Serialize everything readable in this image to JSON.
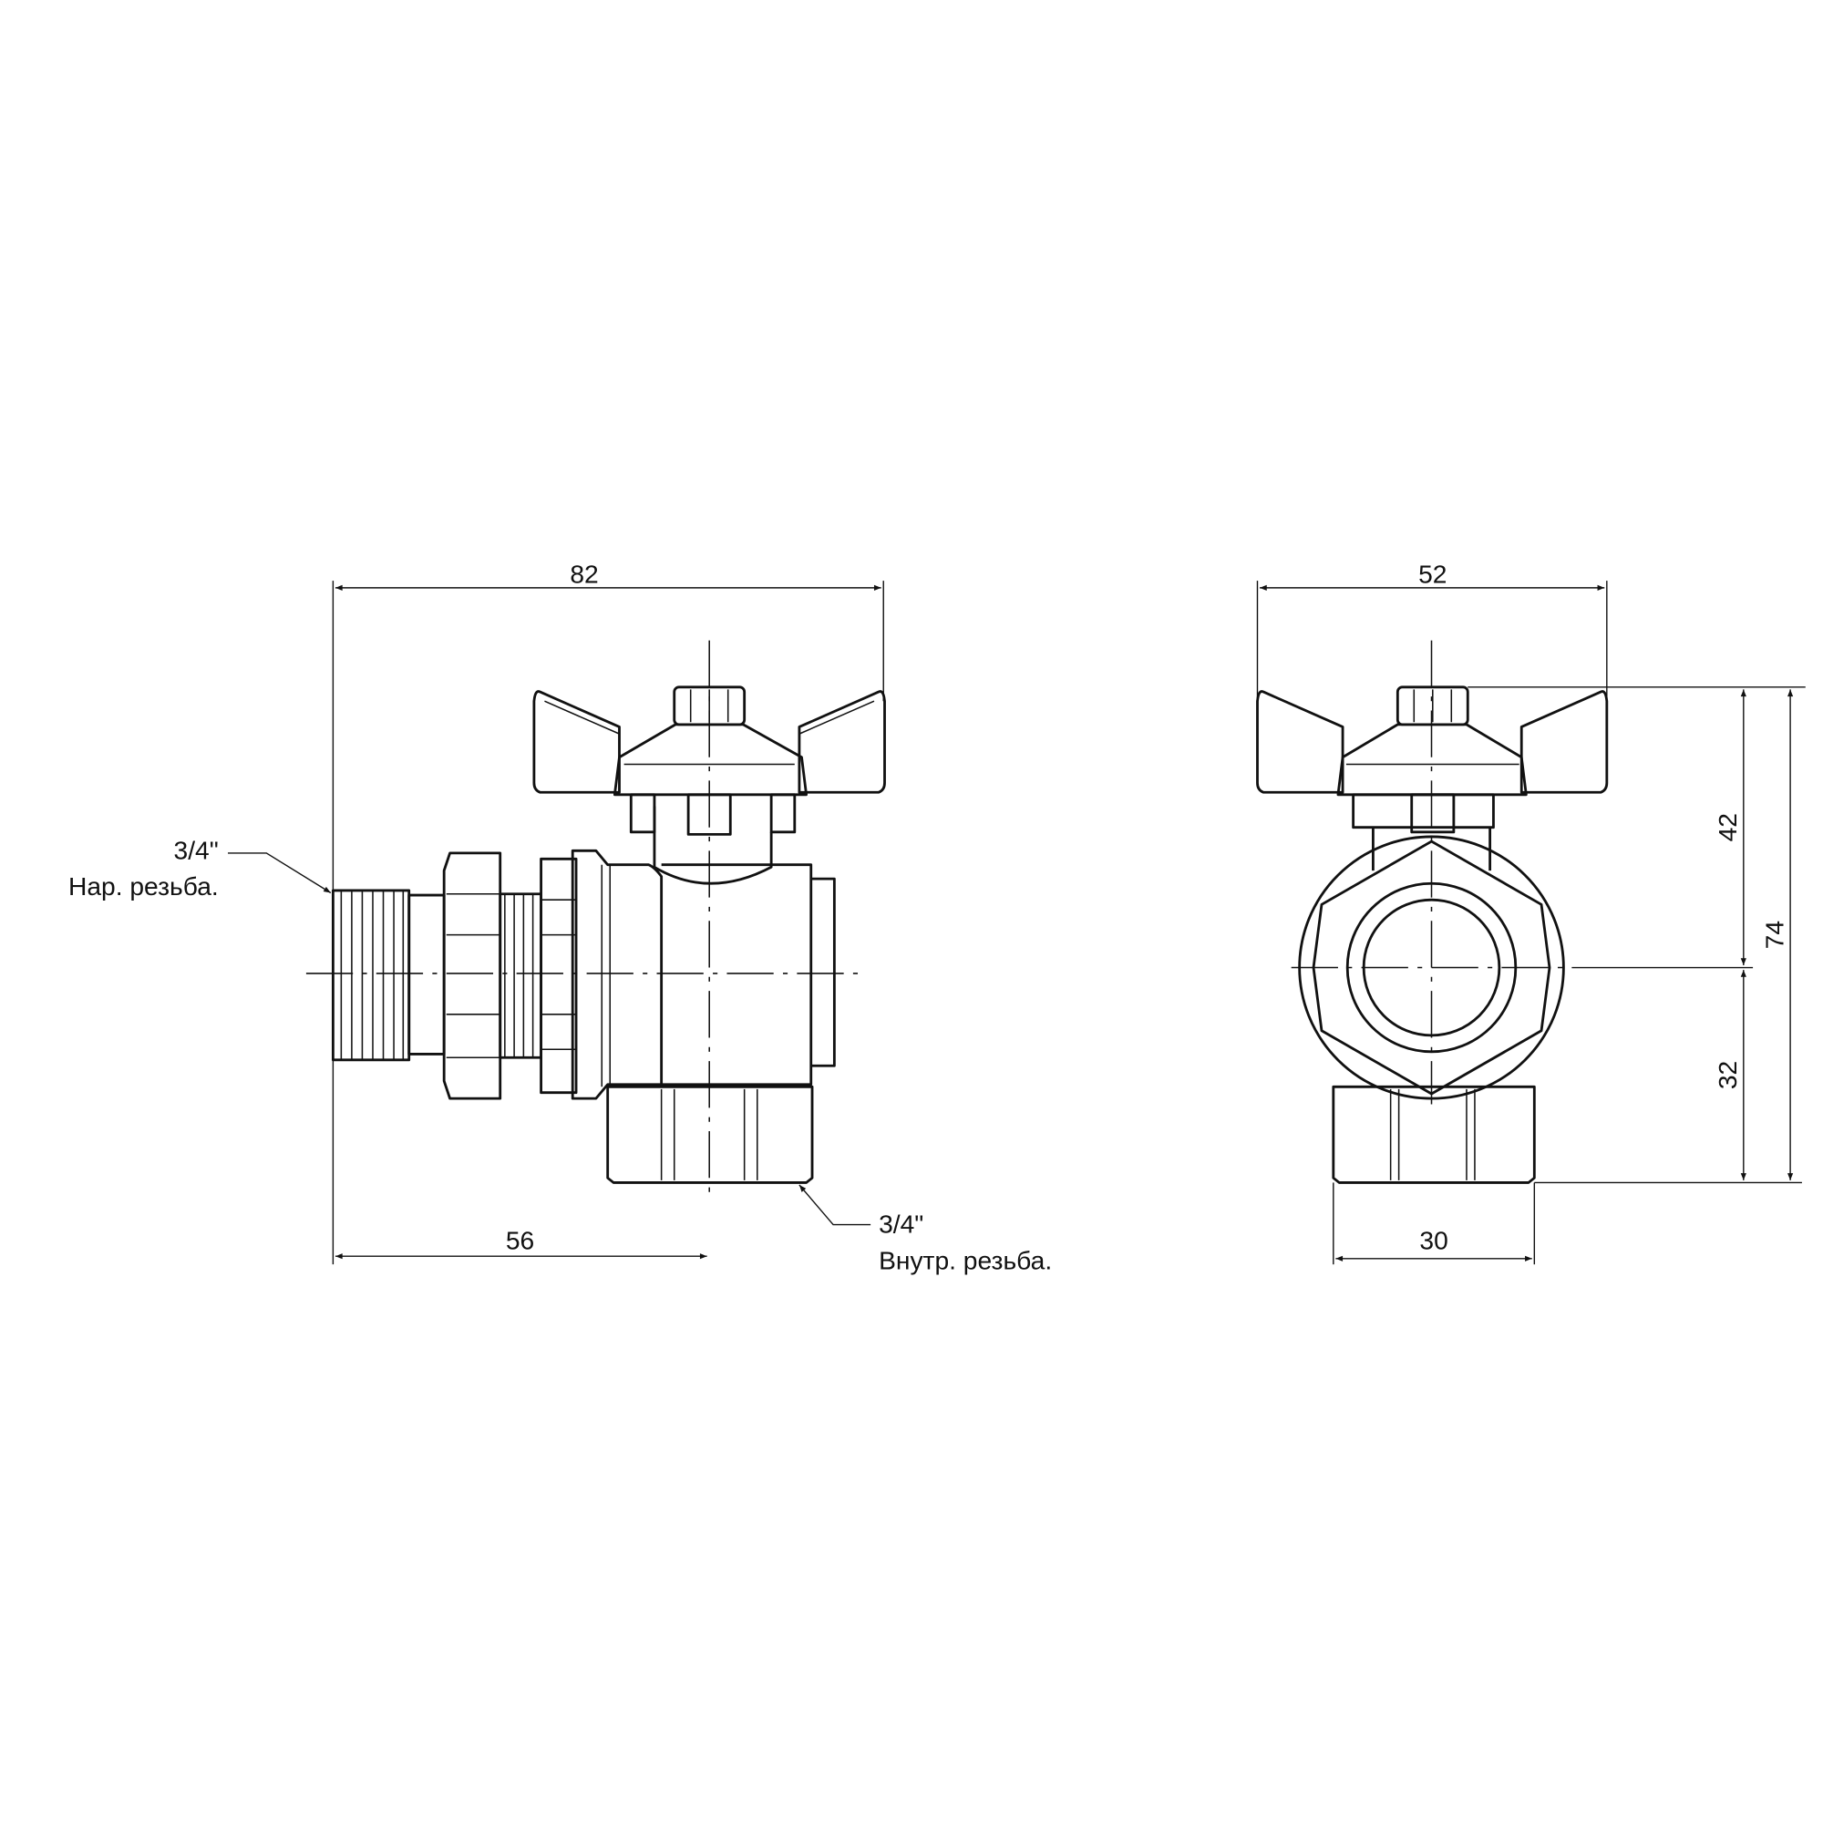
{
  "side_view": {
    "dim_overall_length": "82",
    "dim_to_axis": "56",
    "male_thread_size": "3/4\"",
    "male_thread_label": "Нар. резьба.",
    "female_thread_size": "3/4\"",
    "female_thread_label": "Внутр. резьба."
  },
  "front_view": {
    "dim_handle_width": "52",
    "dim_hex_width": "30",
    "dim_top_to_axis": "42",
    "dim_axis_to_bottom": "32",
    "dim_total_height": "74"
  },
  "colors": {
    "line": "#111111",
    "background": "#ffffff"
  }
}
